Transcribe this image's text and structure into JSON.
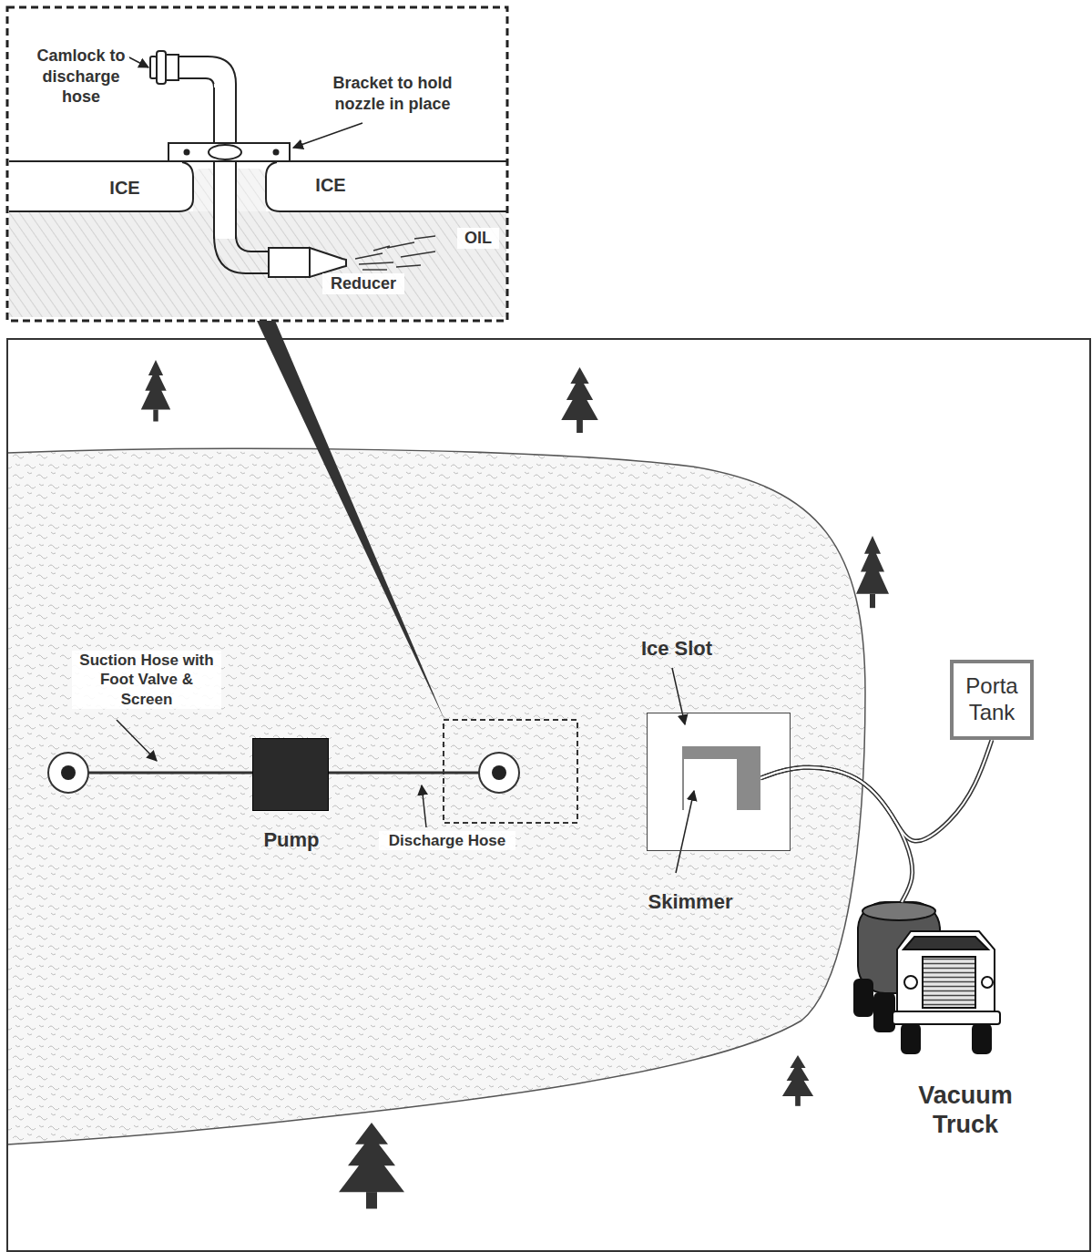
{
  "diagram": {
    "nodes": [
      {
        "text": [
          "Pump"
        ]
      },
      {
        "text": [
          "Ice Slot"
        ]
      },
      {
        "text": [
          "Skimmer"
        ],
        "in": 1
      },
      {
        "text": [
          "Porta Tank"
        ]
      },
      {
        "text": [
          "Vacuum Truck"
        ]
      }
    ],
    "edges": [
      {
        "from": 2,
        "to": 3,
        "arrow": "none"
      },
      {
        "from": 2,
        "to": 4,
        "arrow": "none"
      }
    ],
    "labels": [
      "Camlock to discharge hose",
      "Bracket to hold nozzle in place",
      "ICE",
      "ICE",
      "OIL",
      "Reducer",
      "Suction Hose with Foot Valve & Screen",
      "Discharge Hose"
    ]
  }
}
